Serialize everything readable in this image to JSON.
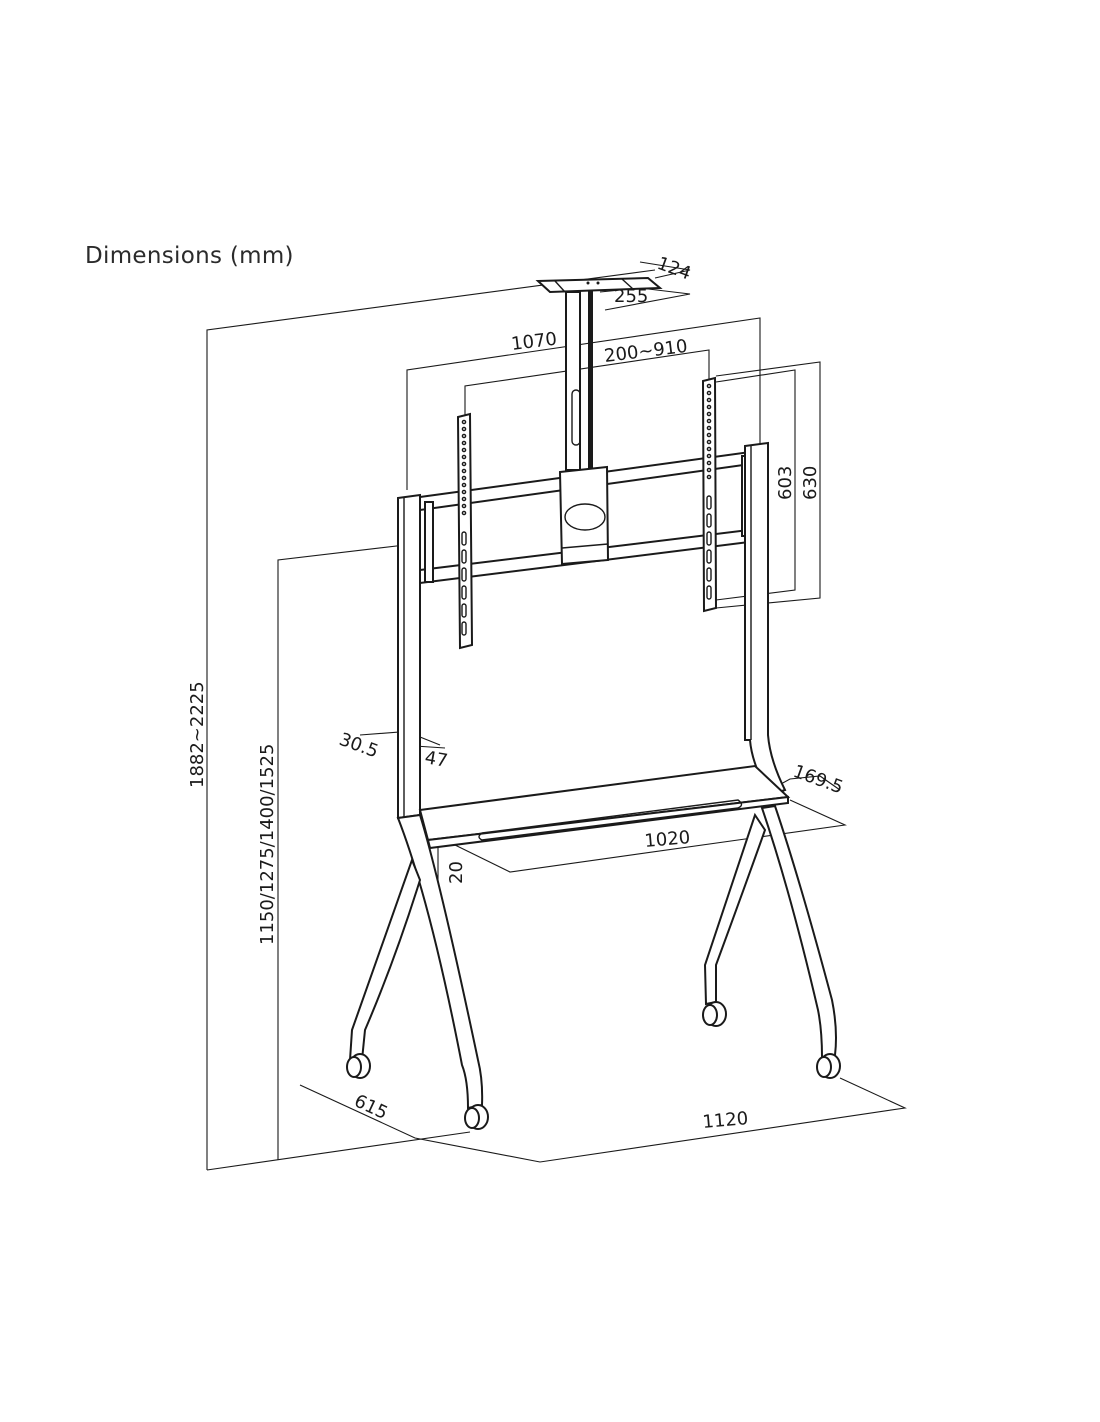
{
  "title": "Dimensions (mm)",
  "dimensions": {
    "top_plate_depth": "124",
    "top_plate_width": "255",
    "overall_width": "1070",
    "vesa_width": "200~910",
    "vesa_height_inner": "603",
    "vesa_height_outer": "630",
    "total_height": "1882~2225",
    "center_heights": "1150/1275/1400/1525",
    "upright_depth": "30.5",
    "upright_width": "47",
    "shelf_depth": "169.5",
    "shelf_width": "1020",
    "shelf_thickness": "20",
    "base_depth": "615",
    "base_width": "1120"
  }
}
